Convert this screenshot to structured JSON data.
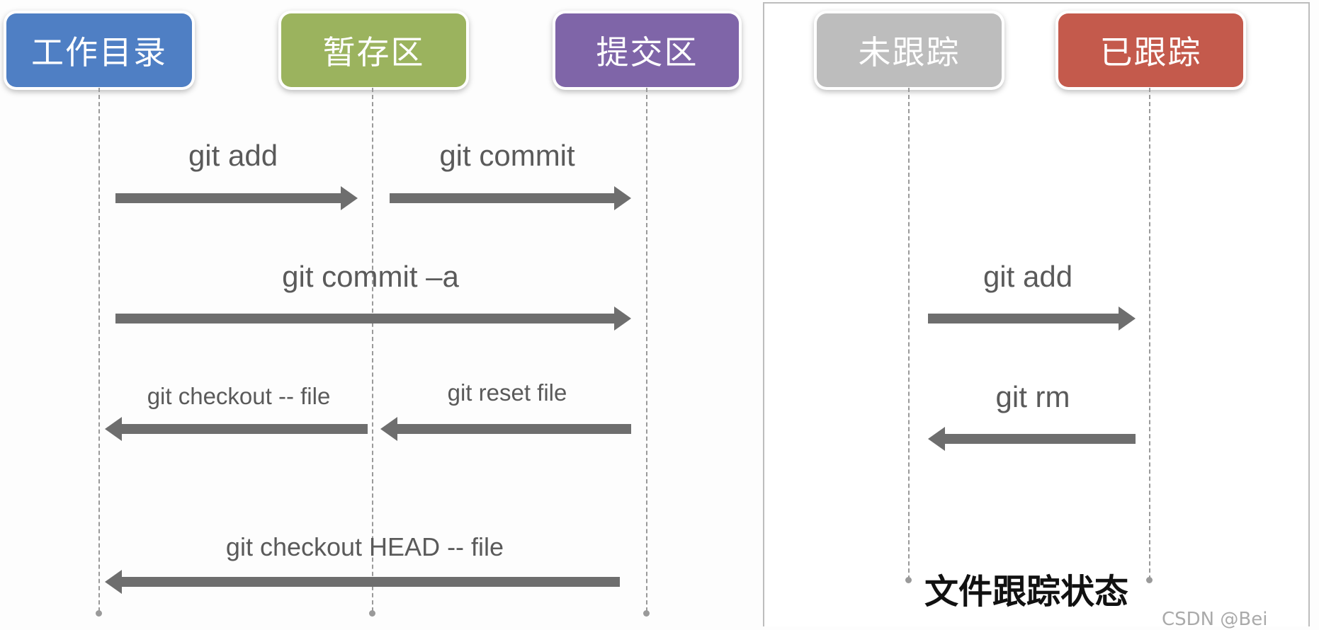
{
  "left": {
    "stages": [
      {
        "label": "工作目录",
        "color": "#4f7fc4"
      },
      {
        "label": "暂存区",
        "color": "#9bb35e"
      },
      {
        "label": "提交区",
        "color": "#7f65a8"
      }
    ],
    "commands": {
      "add": "git add",
      "commit": "git commit",
      "commit_a": "git commit –a",
      "checkout_file": "git checkout -- file",
      "reset_file": "git reset file",
      "checkout_head": "git checkout HEAD -- file"
    }
  },
  "right": {
    "states": [
      {
        "label": "未跟踪",
        "color": "#bdbdbd"
      },
      {
        "label": "已跟踪",
        "color": "#c45a4c"
      }
    ],
    "commands": {
      "add": "git add",
      "rm": "git rm"
    },
    "title": "文件跟踪状态"
  },
  "watermark": "CSDN @Bei"
}
